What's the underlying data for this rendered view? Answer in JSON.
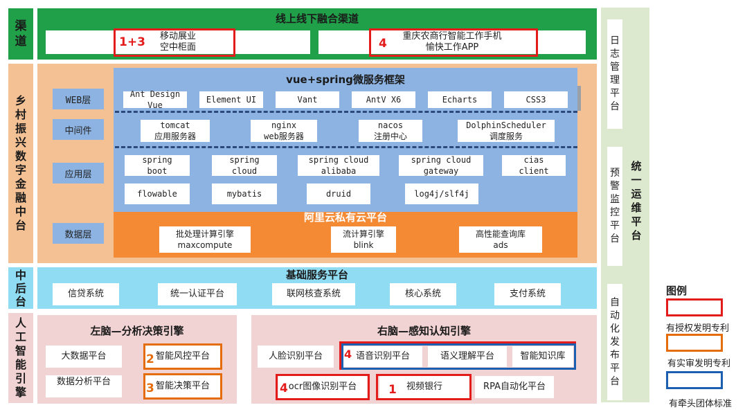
{
  "left_labels": {
    "channel": "渠\n道",
    "rural": "乡\n村\n振\n兴\n数\n字\n金\n融\n中\n台",
    "mid_back": "中\n后\n台",
    "ai": "人\n工\n智\n能\n引\n擎"
  },
  "channel": {
    "title": "线上线下融合渠道",
    "box1": "移动展业\n空中柜面",
    "box1_num": "1+3",
    "box2": "重庆农商行智能工作手机\n愉快工作APP",
    "box2_num": "4"
  },
  "framework": {
    "title": "vue+spring微服务框架",
    "layers": {
      "web": "WEB层",
      "middleware": "中间件",
      "app": "应用层",
      "data": "数据层"
    },
    "web_items": [
      "Ant Design\nVue",
      "Element UI",
      "Vant",
      "AntV X6",
      "Echarts",
      "CSS3"
    ],
    "middleware_items": [
      "tomcat\n应用服务器",
      "nginx\nweb服务器",
      "nacos\n注册中心",
      "DolphinScheduler\n调度服务"
    ],
    "app_items_row1": [
      "spring\nboot",
      "spring\ncloud",
      "spring cloud\nalibaba",
      "spring cloud\ngateway",
      "cias\nclient"
    ],
    "app_items_row2": [
      "flowable",
      "mybatis",
      "druid",
      "log4j/slf4j"
    ]
  },
  "cloud": {
    "title": "阿里云私有云平台",
    "items": [
      "批处理计算引擎\nmaxcompute",
      "流计算引擎\nblink",
      "高性能查询库\nads"
    ]
  },
  "base": {
    "title": "基础服务平台",
    "items": [
      "信贷系统",
      "统一认证平台",
      "联网核查系统",
      "核心系统",
      "支付系统"
    ]
  },
  "left_brain": {
    "title": "左脑—分析决策引擎",
    "big_data": "大数据平台",
    "risk": "智能风控平台",
    "risk_num": "2",
    "analysis": "数据分析平台",
    "decision": "智能决策平台",
    "decision_num": "3"
  },
  "right_brain": {
    "title": "右脑—感知认知引擎",
    "face": "人脸识别平台",
    "voice": "语音识别平台",
    "voice_num": "4",
    "semantic": "语义理解平台",
    "knowledge": "智能知识库",
    "ocr": "ocr图像识别平台",
    "ocr_num": "4",
    "video": "视频银行",
    "video_num": "1",
    "rpa": "RPA自动化平台"
  },
  "right_column": {
    "log": "日\n志\n管\n理\n平\n台",
    "alert": "预\n警\n监\n控\n平\n台",
    "ops": "统\n一\n运\n维\n平\n台",
    "deploy": "自\n动\n化\n发\n布\n平\n台"
  },
  "legend": {
    "title": "图例",
    "granted": "有授权发明专利",
    "utility": "有实审发明专利",
    "standard": "有牵头团体标准"
  },
  "colors": {
    "green": "#21a04a",
    "peach": "#f4c195",
    "blue": "#8db3e2",
    "orange": "#f58a35",
    "cyan": "#8fdcf3",
    "pink": "#f2d3d3",
    "sage": "#dce9cf"
  }
}
